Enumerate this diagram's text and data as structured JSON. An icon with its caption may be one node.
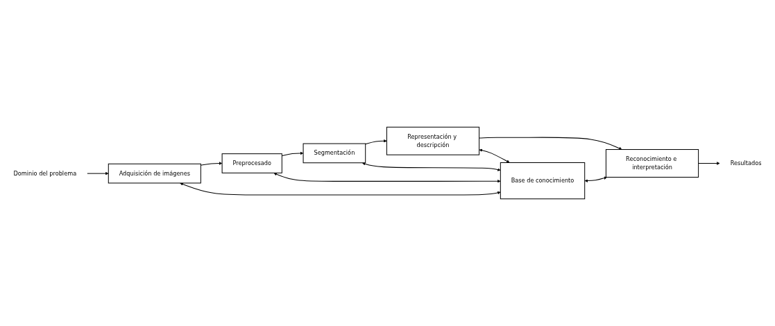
{
  "diagram": {
    "nodes": [
      {
        "text": [
          "Segmentación"
        ]
      },
      {
        "text": [
          "Representación y descripción"
        ]
      },
      {
        "text": [
          "Preprocesado"
        ]
      },
      {
        "text": [
          "Base de conocimiento"
        ]
      },
      {
        "text": [
          "Reconocimiento e interpretación"
        ]
      },
      {
        "text": [
          "Adquisición de imágenes"
        ]
      },
      {
        "text": [
          "Dominio del problema"
        ]
      },
      {
        "text": [
          "Resultados"
        ]
      }
    ],
    "edges": [
      {
        "from": 6,
        "to": 5,
        "arrow": "to"
      },
      {
        "from": 5,
        "to": 2,
        "arrow": "to"
      },
      {
        "from": 2,
        "to": 0,
        "arrow": "to"
      },
      {
        "from": 0,
        "to": 1,
        "arrow": "to"
      },
      {
        "from": 1,
        "to": 4,
        "arrow": "to"
      },
      {
        "from": 0,
        "to": 3,
        "arrow": "both"
      },
      {
        "from": 1,
        "to": 3,
        "arrow": "both"
      },
      {
        "from": 2,
        "to": 3,
        "arrow": "both"
      },
      {
        "from": 5,
        "to": 3,
        "arrow": "both"
      },
      {
        "from": 3,
        "to": 4,
        "arrow": "both"
      },
      {
        "from": 4,
        "to": 7,
        "arrow": "to"
      }
    ]
  }
}
